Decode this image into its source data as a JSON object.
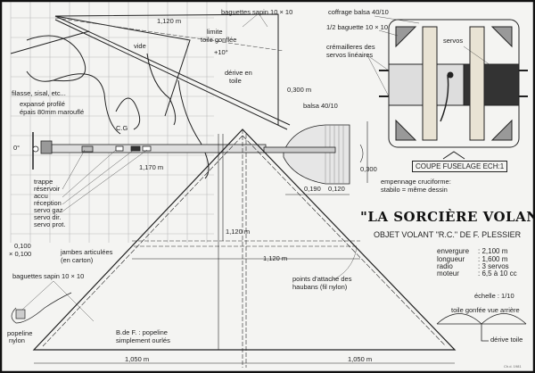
{
  "title": "\"LA SORCIÈRE VOLANTE\"",
  "subtitle": "OBJET VOLANT \"R.C.\"   DE  F. PLESSIER",
  "specs": [
    {
      "key": "envergure",
      "value": ": 2,100 m"
    },
    {
      "key": "longueur",
      "value": ": 1,600 m"
    },
    {
      "key": "radio",
      "value": ": 3 servos"
    },
    {
      "key": "moteur",
      "value": ": 6,5 à 10 cc"
    }
  ],
  "scale": "échelle : 1/10",
  "rear_view": {
    "label": "toile gonfée vue arrière",
    "fin_label": "dérive toile"
  },
  "section": {
    "caption": "COUPE FUSELAGE ECH:1",
    "coffrage": "coffrage balsa 40/10",
    "baguette": "1/2 baguette 10 × 10",
    "cremailleres": [
      "crémailleres des",
      "servos linéaires"
    ],
    "servos": "servos"
  },
  "top_labels": {
    "baguettes": "baguettes sapin 10 × 10",
    "dim_1120": "1,120 m",
    "limite": [
      "limite",
      "toile  gonflée"
    ],
    "vide": "vide",
    "angle": "+10°",
    "derive": [
      "dérive en",
      "toile"
    ],
    "dim_0300": "0,300 m",
    "filasse": "filasse, sisal, etc...",
    "expanse": [
      "expansé profilé",
      "épais 80mm marouflé"
    ],
    "balsa": "balsa 40/10"
  },
  "fuselage": {
    "cg": "C.G",
    "zero": "0°",
    "length": "1,170 m",
    "parts": [
      "trappe",
      "réservoir",
      "accu",
      "réception",
      "servo gaz",
      "servo dir.",
      "servo prot."
    ]
  },
  "tail": {
    "h": "0,300",
    "d1": "0,190",
    "d2": "0,120",
    "note": [
      "empennage cruciforme:",
      "stabilo = même dessin"
    ]
  },
  "grid_label": [
    "0,100",
    "× 0,100"
  ],
  "legs": [
    "jambes articulées",
    "(en carton)"
  ],
  "wing": {
    "height": "1,120 m",
    "half_chord": "1,120 m",
    "attach": [
      "points d'attache des",
      "haubans  (fil nylon)"
    ],
    "baguettes": "baguettes sapin 10 × 10",
    "popeline": [
      "popeline",
      "nylon"
    ],
    "bdf": [
      "B.de F. : popeline",
      "simplement ourlés"
    ],
    "base_left": "1,050 m",
    "base_right": "1,050 m"
  },
  "signature": "Ch.d. 1981"
}
